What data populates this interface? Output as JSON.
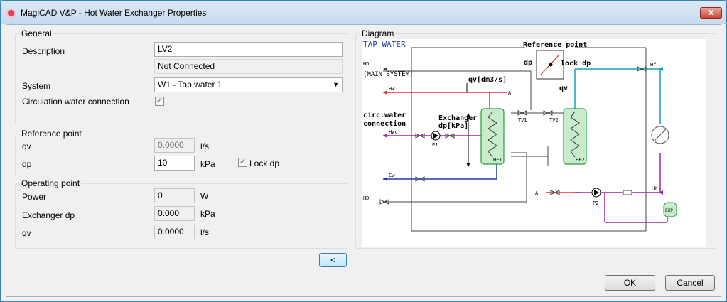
{
  "window": {
    "title": "MagiCAD V&P - Hot Water Exchanger Properties",
    "close_glyph": "✕"
  },
  "general": {
    "group_label": "General",
    "description_label": "Description",
    "description_value": "LV2",
    "connection_status": "Not Connected",
    "system_label": "System",
    "system_value": "W1 - Tap water 1",
    "circulation_label": "Circulation water connection",
    "circulation_checked": true
  },
  "reference_point": {
    "group_label": "Reference point",
    "qv_label": "qv",
    "qv_value": "0.0000",
    "qv_unit": "l/s",
    "dp_label": "dp",
    "dp_value": "10",
    "dp_unit": "kPa",
    "lock_dp_label": "Lock dp",
    "lock_dp_checked": true
  },
  "operating_point": {
    "group_label": "Operating point",
    "power_label": "Power",
    "power_value": "0",
    "power_unit": "W",
    "exchanger_dp_label": "Exchanger dp",
    "exchanger_dp_value": "0.000",
    "exchanger_dp_unit": "kPa",
    "qv_label": "qv",
    "qv_value": "0.0000",
    "qv_unit": "l/s"
  },
  "diagram": {
    "group_label": "Diagram",
    "tap_water": "TAP WATER",
    "reference_point": "Reference point",
    "dp_left": "dp",
    "lock_dp": "lock dp",
    "qv": "qv",
    "hd_top": "HD",
    "main_system": "(MAIN SYSTEM)",
    "qv_dm3s": "qv[dm3/s]",
    "hw": "Hw",
    "a_hw": "A",
    "circ_water": "circ.water",
    "connection": "connection",
    "hwc": "Hwc",
    "exchanger": "Exchanger",
    "dp_kpa": "dp[kPa]",
    "p1": "P1",
    "tv1": "TV1",
    "tv2": "TV2",
    "he1": "HE1",
    "he2": "HE2",
    "cw": "Cw",
    "hd_bottom": "HD",
    "hf": "Hf",
    "hr": "Hr",
    "a_left": "A",
    "p2": "P2",
    "exp": "EXP"
  },
  "buttons": {
    "collapse": "<",
    "ok": "OK",
    "cancel": "Cancel"
  },
  "colors": {
    "hot": "#e0302a",
    "circulation": "#a020a0",
    "cold": "#1f3ea8",
    "primary": "#1aa0b0",
    "exchanger_fill": "#c8eccb"
  }
}
